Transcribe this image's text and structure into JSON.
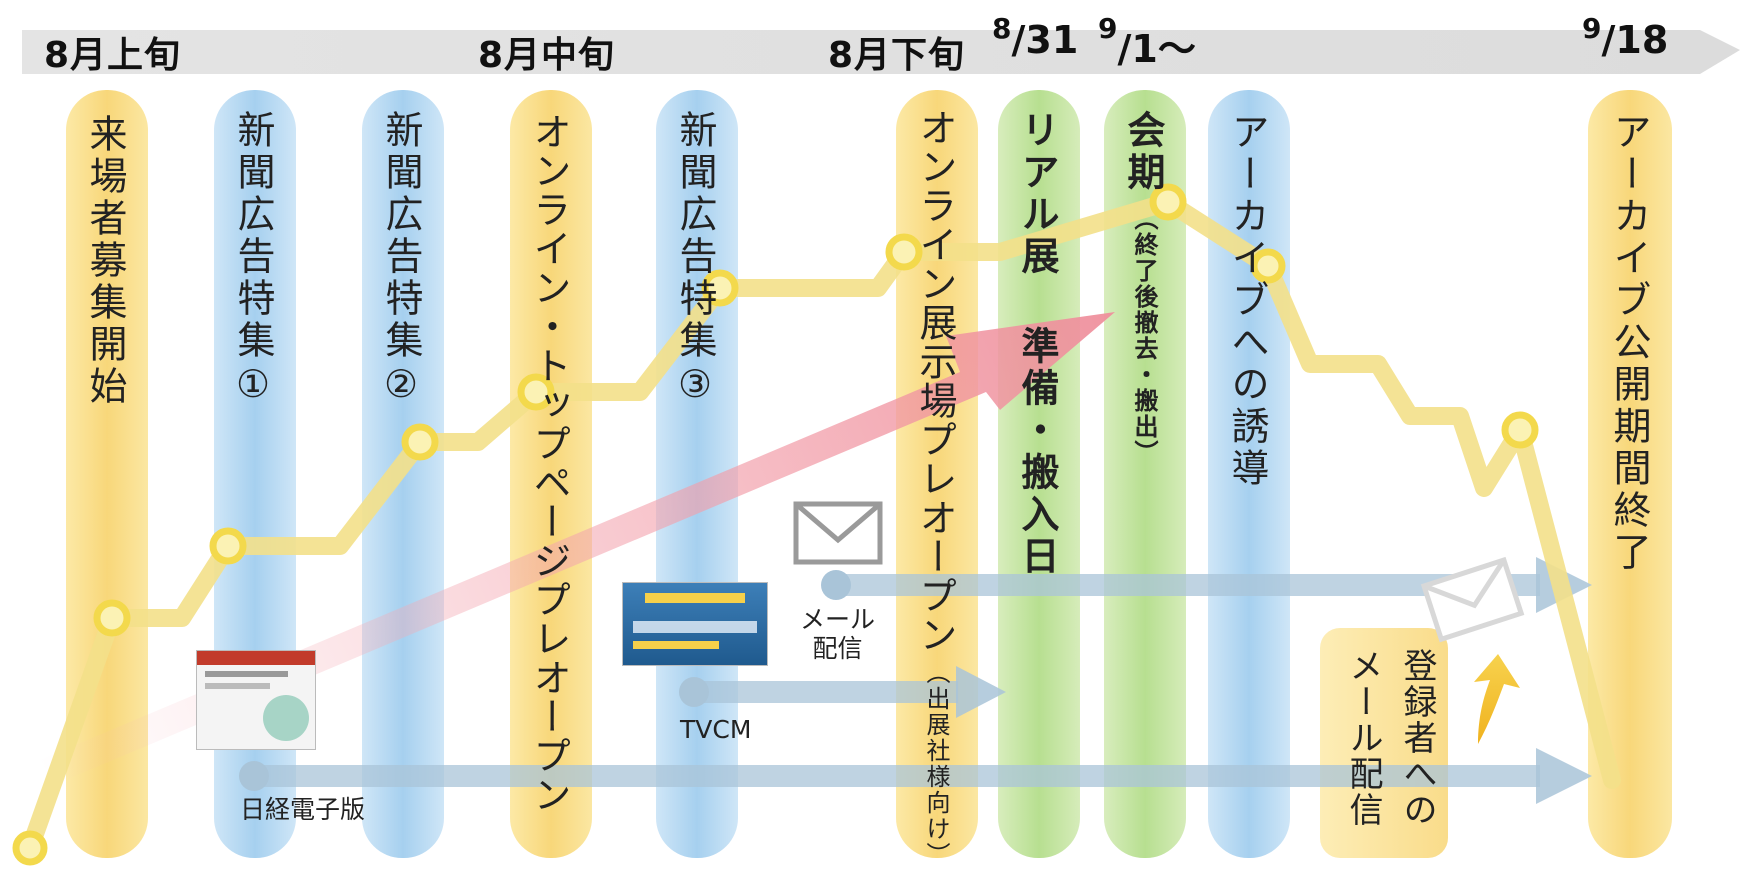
{
  "periods": {
    "early_aug": "8月上旬",
    "mid_aug": "8月中旬",
    "late_aug": "8月下旬"
  },
  "dates": {
    "d0831_month": "8",
    "d0831_day": "31",
    "d0901_month": "9",
    "d0901_day": "1〜",
    "d0918_month": "9",
    "d0918_day": "18"
  },
  "columns": {
    "c1": "来場者募集開始",
    "c2_main": "新聞広告特集",
    "c2_num": "①",
    "c3_main": "新聞広告特集",
    "c3_num": "②",
    "c4": "オンライン・トップページプレオープン",
    "c5_main": "新聞広告特集",
    "c5_num": "③",
    "c6_main": "オンライン展示場プレオープン",
    "c6_note": "（出展社様向け）",
    "c7": "リアル展 準備・搬入日",
    "c8_main": "会期",
    "c8_note": "（終了後撤去・搬出）",
    "c9": "アーカイブへの誘導",
    "c10": "アーカイブ公開期間終了"
  },
  "channels": {
    "email_line1": "メール",
    "email_line2": "配信",
    "tvcm": "TVCM",
    "nikkei_digital": "日経電子版",
    "registrant_mail_a": "登録者へ",
    "registrant_mail_b": "の",
    "registrant_mail_c": "メール配信"
  },
  "colors": {
    "yellow_column": "#f8d77a",
    "blue_column": "#a6d0ef",
    "green_column": "#b7df90",
    "trend_line": "#f3e08a",
    "arrow_blue": "#a9c4d8",
    "arrow_red": "#f09aa6",
    "marker_yellow": "#f3d94c"
  },
  "icons": {
    "mail": "envelope-icon",
    "up_arrow": "curved-up-arrow-icon"
  }
}
